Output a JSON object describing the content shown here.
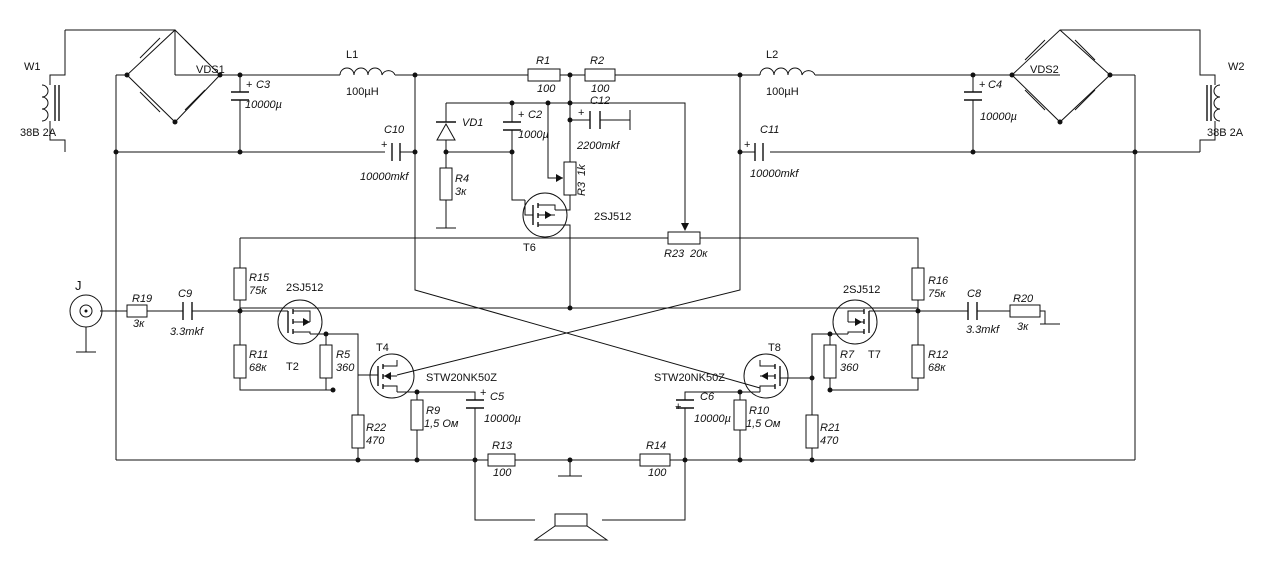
{
  "labels": {
    "w1": "W1",
    "w1_rating": "38В 2А",
    "w2": "W2",
    "w2_rating": "38В 2А",
    "vds1": "VDS1",
    "vds2": "VDS2",
    "c3": "C3",
    "c3_val": "10000µ",
    "c4": "C4",
    "c4_val": "10000µ",
    "l1": "L1",
    "l1_val": "100µH",
    "l2": "L2",
    "l2_val": "100µH",
    "r1": "R1",
    "r1_val": "100",
    "r2": "R2",
    "r2_val": "100",
    "c12": "C12",
    "c12_val": "2200mkf",
    "c2": "C2",
    "c2_val": "1000µ",
    "vd1": "VD1",
    "c10": "C10",
    "c10_val": "10000mkf",
    "c11": "C11",
    "c11_val": "10000mkf",
    "r4": "R4",
    "r4_val": "3к",
    "r3": "R3",
    "r3_val": "1k",
    "t6": "T6",
    "t6_type": "2SJ512",
    "r23": "R23",
    "r23_val": "20к",
    "j": "J",
    "r19": "R19",
    "r19_val": "3к",
    "c9": "C9",
    "c9_val": "3.3mkf",
    "r15": "R15",
    "r15_val": "75k",
    "t2": "T2",
    "t2_type": "2SJ512",
    "r11": "R11",
    "r11_val": "68к",
    "r5": "R5",
    "r5_val": "360",
    "t4": "T4",
    "t4_type": "STW20NK50Z",
    "r22": "R22",
    "r22_val": "470",
    "r9": "R9",
    "r9_val": "1,5 Ом",
    "c5": "C5",
    "c5_val": "10000µ",
    "r13": "R13",
    "r13_val": "100",
    "r14": "R14",
    "r14_val": "100",
    "c6": "C6",
    "c6_val": "10000µ",
    "r10": "R10",
    "r10_val": "1,5 Ом",
    "t8": "T8",
    "t8_type": "STW20NK50Z",
    "r21": "R21",
    "r21_val": "470",
    "r7": "R7",
    "r7_val": "360",
    "t7": "T7",
    "t7_type": "2SJ512",
    "r12": "R12",
    "r12_val": "68к",
    "r16": "R16",
    "r16_val": "75к",
    "c8": "C8",
    "c8_val": "3.3mkf",
    "r20": "R20",
    "r20_val": "3к",
    "plus": "+"
  }
}
